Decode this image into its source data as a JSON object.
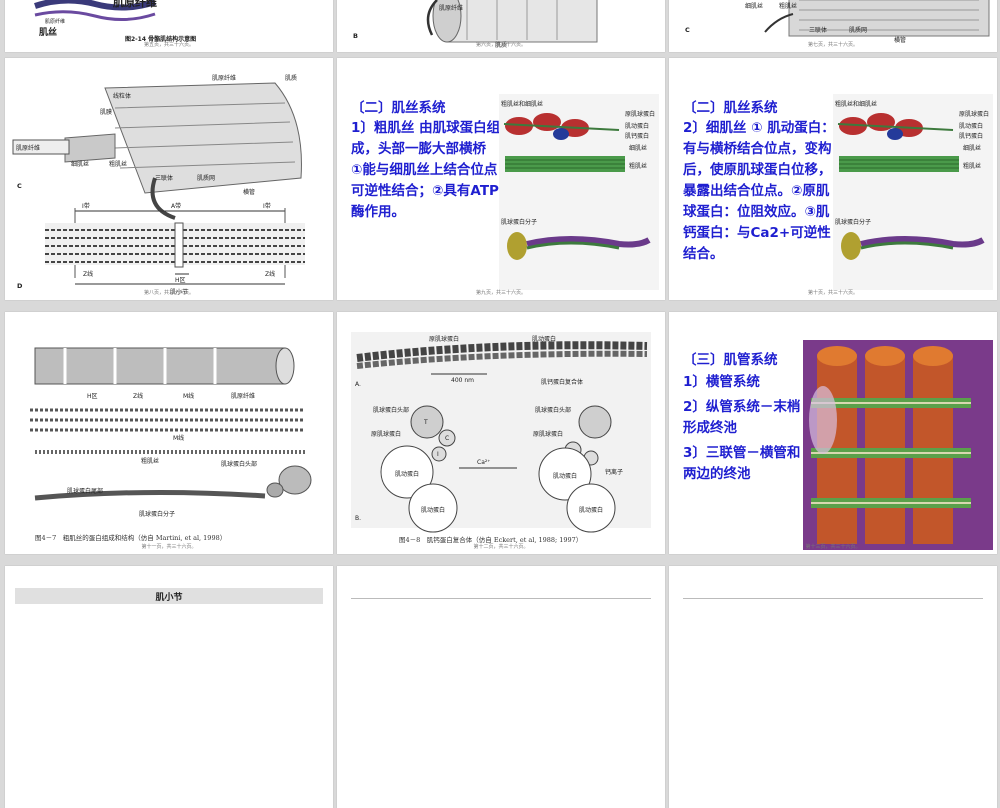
{
  "slides": {
    "s1": {
      "title": "肌原纤维",
      "subtitle": "肌丝",
      "caption": "图2-14 骨骼肌结构示意图",
      "page": "第五页，共三十六页。"
    },
    "s2": {
      "label_mf": "肌原纤维",
      "label_sarco": "肌质",
      "letter": "B",
      "page": "第六页，共三十六页。"
    },
    "s3": {
      "label_thin": "细肌丝",
      "label_thick": "粗肌丝",
      "label_triad": "三联体",
      "label_sr": "肌质网",
      "label_tt": "横管",
      "letter": "C",
      "page": "第七页，共三十六页。"
    },
    "s4": {
      "labels": {
        "mf": "肌原纤维",
        "sarco": "肌质",
        "mito": "线粒体",
        "sarcolemma": "肌膜",
        "myofibril_box": "肌原纤维",
        "thin": "细肌丝",
        "thick": "粗肌丝",
        "triad": "三联体",
        "sr": "肌质网",
        "tt": "横管",
        "iband": "I带",
        "aband": "A带",
        "iband2": "I带",
        "zline": "Z线",
        "zline2": "Z线",
        "hzone": "H区",
        "sarcomere": "肌小节"
      },
      "letter_c": "C",
      "letter_d": "D",
      "page": "第八页，共三十六页。"
    },
    "s5": {
      "heading": "〔二〕肌丝系统",
      "para": "1〕粗肌丝 由肌球蛋白组成，头部一膨大部横桥 ①能与细肌丝上结合位点可逆性结合；②具有ATP酶作用。",
      "fig_labels": {
        "top": "粗肌丝和细肌丝",
        "l1": "原肌球蛋白",
        "l2": "肌动蛋白",
        "l3": "肌钙蛋白",
        "l4": "细肌丝",
        "l5": "粗肌丝",
        "l6": "肌球蛋白分子"
      },
      "page": "第九页，共三十六页。"
    },
    "s6": {
      "heading": "〔二〕肌丝系统",
      "para": "2〕细肌丝 ① 肌动蛋白：有与横桥结合位点，变构后，使原肌球蛋白位移，暴露出结合位点。②原肌球蛋白：位阻效应。③肌钙蛋白：与Ca2+可逆性结合。",
      "fig_labels": {
        "top": "粗肌丝和细肌丝",
        "l1": "原肌球蛋白",
        "l2": "肌动蛋白",
        "l3": "肌钙蛋白",
        "l4": "细肌丝",
        "l5": "粗肌丝",
        "l6": "肌球蛋白分子"
      },
      "page": "第十页，共三十六页。"
    },
    "s7": {
      "labels": {
        "h": "H区",
        "z": "Z线",
        "m": "M线",
        "mf": "肌原纤维",
        "mline": "M线",
        "thick": "粗肌丝",
        "head": "肌球蛋白头部",
        "tail": "肌球蛋白尾部",
        "molecule": "肌球蛋白分子"
      },
      "caption": "图4－7　粗肌丝的蛋白组成和结构（仿自 Martini, et al, 1998）",
      "page": "第十一页，共三十六页。"
    },
    "s8": {
      "labels": {
        "tm": "原肌球蛋白",
        "actin": "肌动蛋白",
        "nm": "400 nm",
        "complex": "肌钙蛋白复合体",
        "a": "A.",
        "b": "B.",
        "head1": "肌球蛋白头部",
        "tm2": "原肌球蛋白",
        "actin1": "肌动蛋白",
        "actin2": "肌动蛋白",
        "head2": "肌球蛋白头部",
        "tm3": "原肌球蛋白",
        "actin3": "肌动蛋白",
        "actin4": "肌动蛋白",
        "ca": "Ca²⁺",
        "caion": "钙离子",
        "t": "T",
        "c": "C",
        "i": "I"
      },
      "caption": "图4－8　肌钙蛋白复合体（仿自 Eckert, et al, 1988; 1997）",
      "page": "第十二页，共三十六页。"
    },
    "s9": {
      "heading": "〔三〕肌管系统",
      "items": [
        "1〕横管系统",
        "2〕纵管系统－末梢形成终池",
        "3〕三联管－横管和两边的终池"
      ],
      "page": "第十三页，共三十六页。"
    },
    "s10": {
      "title": "肌小节"
    }
  }
}
